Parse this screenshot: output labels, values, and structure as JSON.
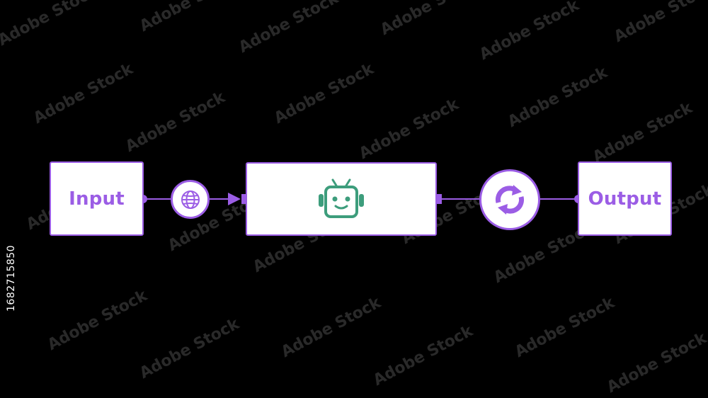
{
  "diagram": {
    "nodes": {
      "input": {
        "label": "Input"
      },
      "output": {
        "label": "Output"
      }
    },
    "icons": {
      "globe": "globe-icon",
      "agent": "robot-icon",
      "sync": "refresh-icon"
    },
    "colors": {
      "background": "#000000",
      "accent": "#9b5de5",
      "node_fill": "#ffffff",
      "robot": "#3d9d7c"
    }
  },
  "watermark": {
    "text": "Adobe Stock",
    "id": "1682715850"
  }
}
